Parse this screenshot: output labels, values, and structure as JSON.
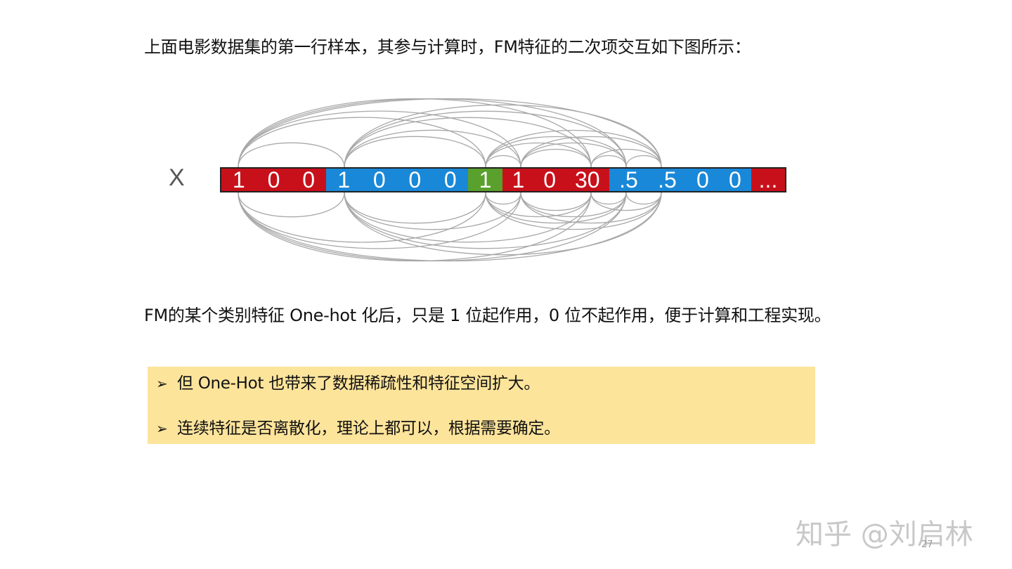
{
  "heading": "上面电影数据集的第一行样本，其参与计算时，FM特征的二次项交互如下图所示：",
  "diagram": {
    "row_label": "X",
    "segments": [
      {
        "values": [
          "1",
          "0",
          "0"
        ],
        "color": "#c8101a"
      },
      {
        "values": [
          "1",
          "0",
          "0",
          "0"
        ],
        "color": "#1a88d8"
      },
      {
        "values": [
          "1"
        ],
        "color": "#5aa02c"
      },
      {
        "values": [
          "1",
          "0",
          "30"
        ],
        "color": "#c8101a"
      },
      {
        "values": [
          ".5",
          ".5",
          "0",
          "0"
        ],
        "color": "#1a88d8"
      },
      {
        "values": [
          "..."
        ],
        "color": "#c8101a"
      }
    ],
    "arc_color": "#a8a8a8"
  },
  "note": "FM的某个类别特征 One-hot 化后，只是 1 位起作用，0 位不起作用，便于计算和工程实现。",
  "callout": {
    "background": "#fde49b",
    "bullet_icon": "➢",
    "bullets": [
      "但 One-Hot 也带来了数据稀疏性和特征空间扩大。",
      "连续特征是否离散化，理论上都可以，根据需要确定。"
    ]
  },
  "watermark": "知乎 @刘启林",
  "page_number": "27"
}
